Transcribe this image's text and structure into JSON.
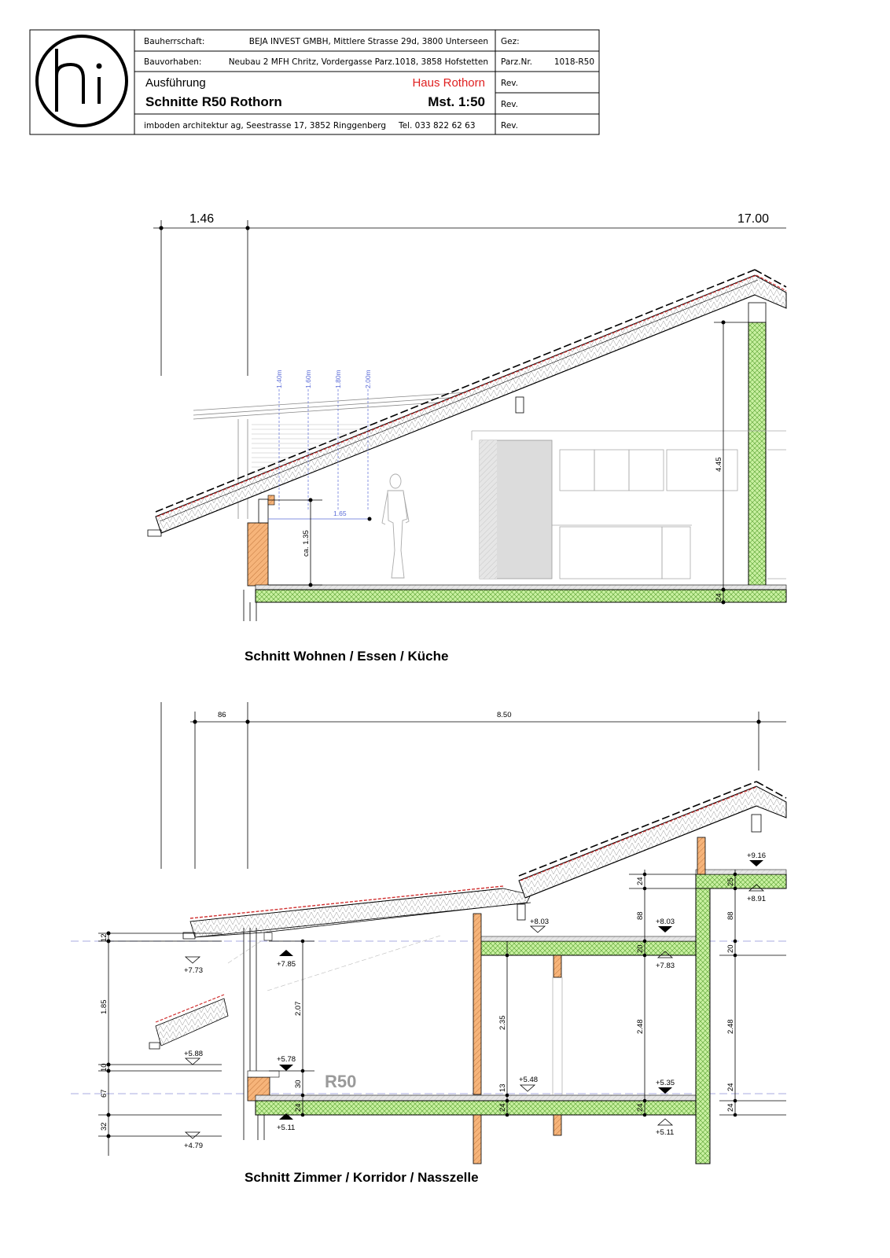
{
  "title_block": {
    "logo": "hi",
    "bauherrschaft_label": "Bauherrschaft:",
    "bauherrschaft_value": "BEJA INVEST GMBH, Mittlere Strasse 29d, 3800 Unterseen",
    "bauvorhaben_label": "Bauvorhaben:",
    "bauvorhaben_value": "Neubau 2 MFH Chritz, Vordergasse Parz.1018, 3858 Hofstetten",
    "ausfuehrung": "Ausführung",
    "haus": "Haus Rothorn",
    "plan_title": "Schnitte R50 Rothorn",
    "scale": "Mst. 1:50",
    "architect": "imboden architektur ag, Seestrasse 17, 3852 Ringgenberg",
    "tel": "Tel. 033 822 62 63",
    "gez_label": "Gez:",
    "parz_label": "Parz.Nr.",
    "parz_value": "1018-R50",
    "rev1": "Rev.",
    "rev2": "Rev.",
    "rev3": "Rev."
  },
  "section1": {
    "caption": "Schnitt Wohnen / Essen / Küche",
    "dim_left": "1.46",
    "dim_right": "17.00",
    "dim_height_right": "4.45",
    "dim_floor_right": "24",
    "dim_knee": "ca. 1.35",
    "dim_horizontal": "1.65",
    "height_marks": [
      "1.40m",
      "1.60m",
      "1.80m",
      "2.00m"
    ]
  },
  "section2": {
    "caption": "Schnitt Zimmer / Korridor / Nasszelle",
    "dim_top_left": "86",
    "dim_top_mid": "8.50",
    "marker": "R50",
    "left_dims": [
      "12",
      "1.85",
      "10",
      "67",
      "32"
    ],
    "inner_dims": [
      "2.07",
      "30",
      "24",
      "2.35",
      "13",
      "24",
      "24",
      "88",
      "20",
      "2.48",
      "24",
      "24",
      "88",
      "20",
      "2.48",
      "24",
      "25"
    ],
    "levels": {
      "l_773": "+7.73",
      "l_785": "+7.85",
      "l_588": "+5.88",
      "l_578": "+5.78",
      "l_511a": "+5.11",
      "l_479": "+4.79",
      "l_803a": "+8.03",
      "l_548": "+5.48",
      "l_803b": "+8.03",
      "l_783": "+7.83",
      "l_535": "+5.35",
      "l_511b": "+5.11",
      "l_916": "+9.16",
      "l_891": "+8.91"
    }
  }
}
